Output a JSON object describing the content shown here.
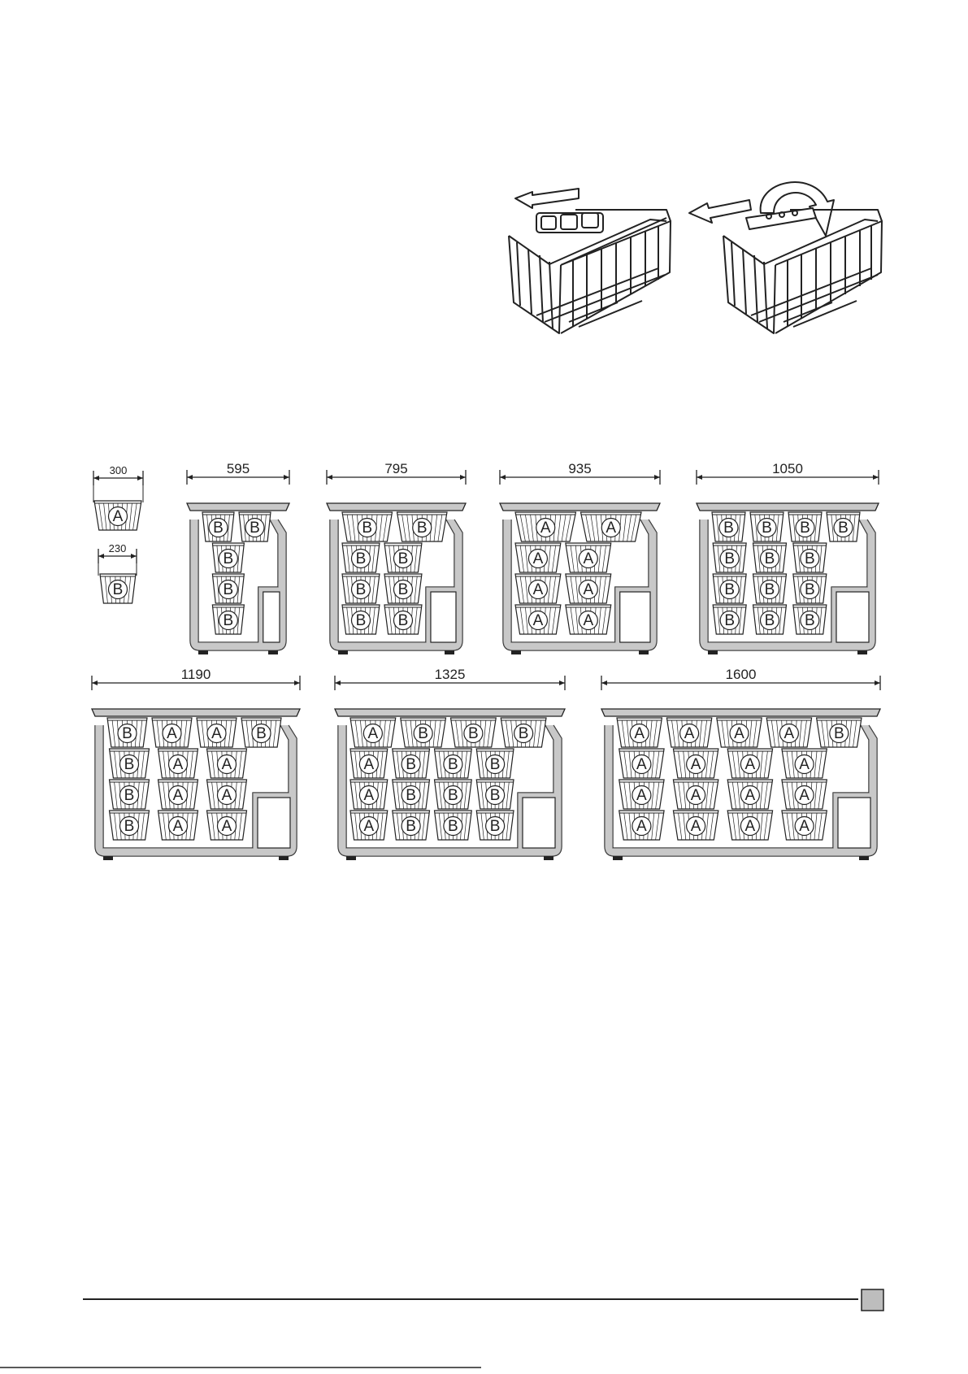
{
  "basket_types": [
    {
      "label": "A",
      "dimension": "300"
    },
    {
      "label": "B",
      "dimension": "230"
    }
  ],
  "freezer_configs": [
    {
      "width": "595",
      "top": [
        [
          "B",
          "B"
        ]
      ],
      "rows": [
        [
          "B"
        ],
        [
          "B"
        ],
        [
          "B"
        ]
      ]
    },
    {
      "width": "795",
      "top": [
        [
          "B",
          "B"
        ]
      ],
      "rows": [
        [
          "B",
          "B"
        ],
        [
          "B",
          "B"
        ],
        [
          "B",
          "B"
        ]
      ]
    },
    {
      "width": "935",
      "top": [
        [
          "A",
          "A"
        ]
      ],
      "rows": [
        [
          "A",
          "A"
        ],
        [
          "A",
          "A"
        ],
        [
          "A",
          "A"
        ]
      ]
    },
    {
      "width": "1050",
      "top": [
        [
          "B",
          "B",
          "B",
          "B"
        ]
      ],
      "rows": [
        [
          "B",
          "B",
          "B"
        ],
        [
          "B",
          "B",
          "B"
        ],
        [
          "B",
          "B",
          "B"
        ]
      ]
    },
    {
      "width": "1190",
      "top": [
        [
          "B",
          "A",
          "A",
          "B"
        ]
      ],
      "rows": [
        [
          "B",
          "A",
          "A"
        ],
        [
          "B",
          "A",
          "A"
        ],
        [
          "B",
          "A",
          "A"
        ]
      ]
    },
    {
      "width": "1325",
      "top": [
        [
          "A",
          "B",
          "B",
          "B"
        ]
      ],
      "rows": [
        [
          "A",
          "B",
          "B",
          "B"
        ],
        [
          "A",
          "B",
          "B",
          "B"
        ],
        [
          "A",
          "B",
          "B",
          "B"
        ]
      ]
    },
    {
      "width": "1600",
      "top": [
        [
          "A",
          "A",
          "A",
          "A",
          "B"
        ]
      ],
      "rows": [
        [
          "A",
          "A",
          "A",
          "A"
        ],
        [
          "A",
          "A",
          "A",
          "A"
        ],
        [
          "A",
          "A",
          "A",
          "A"
        ]
      ]
    }
  ],
  "colors": {
    "ink": "#222222",
    "wall": "#9a9a9a",
    "lid": "#c9c9c9",
    "page_marker": "#bdbdbd"
  },
  "icons": [
    "basket-illustration-slide-icon",
    "basket-illustration-rotate-icon",
    "slide-arrow-icon",
    "rotate-arrow-icon"
  ]
}
